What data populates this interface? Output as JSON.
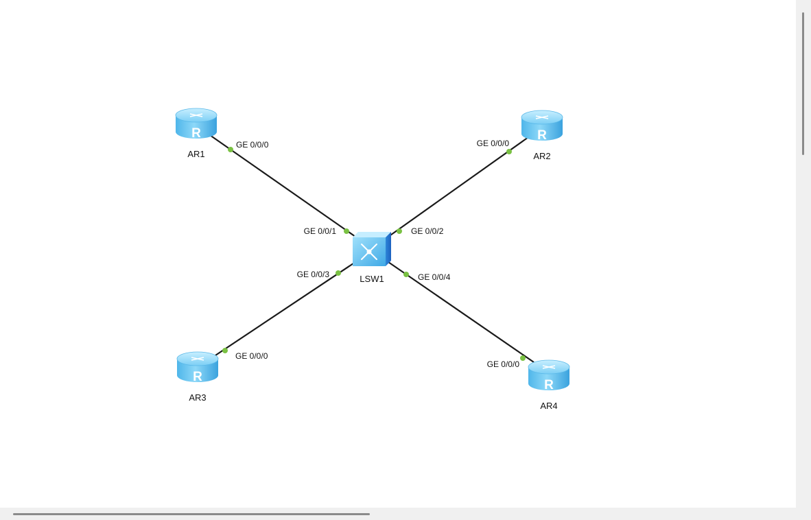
{
  "devices": [
    {
      "id": "AR1",
      "label": "AR1",
      "type": "router"
    },
    {
      "id": "AR2",
      "label": "AR2",
      "type": "router"
    },
    {
      "id": "AR3",
      "label": "AR3",
      "type": "router"
    },
    {
      "id": "AR4",
      "label": "AR4",
      "type": "router"
    },
    {
      "id": "LSW1",
      "label": "LSW1",
      "type": "switch"
    }
  ],
  "links": [
    {
      "from": "AR1",
      "from_port": "GE 0/0/0",
      "to": "LSW1",
      "to_port": "GE 0/0/1"
    },
    {
      "from": "AR2",
      "from_port": "GE 0/0/0",
      "to": "LSW1",
      "to_port": "GE 0/0/2"
    },
    {
      "from": "AR3",
      "from_port": "GE 0/0/0",
      "to": "LSW1",
      "to_port": "GE 0/0/3"
    },
    {
      "from": "AR4",
      "from_port": "GE 0/0/0",
      "to": "LSW1",
      "to_port": "GE 0/0/4"
    }
  ],
  "colors": {
    "link": "#1a1a1a",
    "port_up": "#7ac143",
    "device_blue": "#5fc3f0",
    "device_blue_dark": "#2a8fd6"
  },
  "router_glyph": "R"
}
